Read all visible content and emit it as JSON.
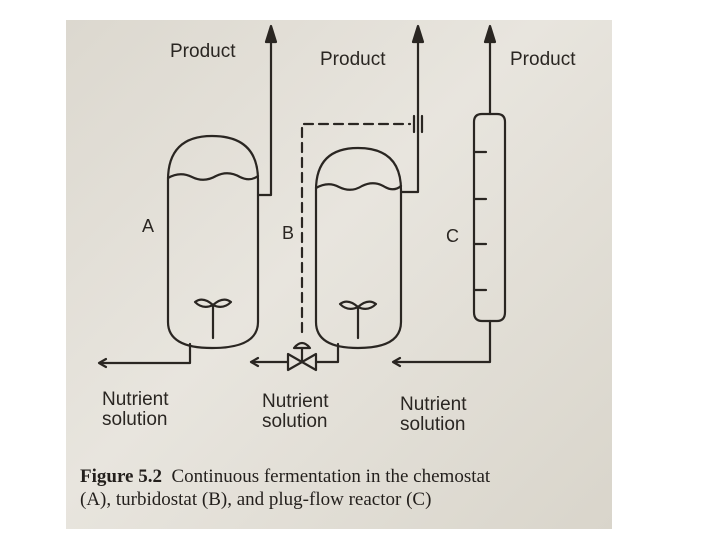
{
  "figure": {
    "product_label": "Product",
    "nutrient_label_line1": "Nutrient",
    "nutrient_label_line2": "solution",
    "reactors": [
      {
        "letter": "A"
      },
      {
        "letter": "B"
      },
      {
        "letter": "C"
      }
    ],
    "caption": {
      "number": "Figure 5.2",
      "line1": "Continuous fermentation in the chemostat",
      "line2": "(A), turbidostat (B), and plug-flow reactor (C)"
    }
  },
  "colors": {
    "page_background": "#dcd8cf",
    "ink": "#2a2622"
  }
}
